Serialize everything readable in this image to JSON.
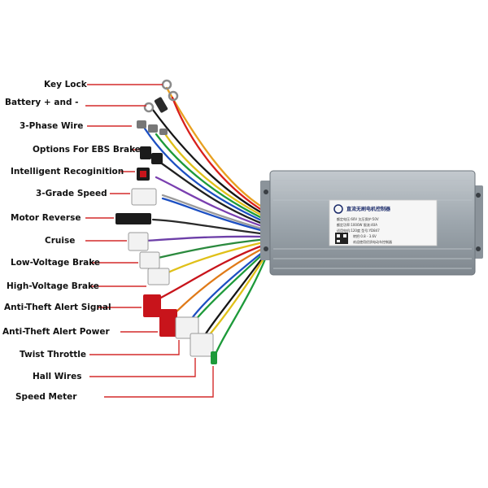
{
  "labels": {
    "key_lock": "Key Lock",
    "battery": "Battery + and -",
    "three_phase": "3-Phase Wire",
    "ebs_brake": "Options For EBS Brake",
    "intelligent": "Intelligent Recoginition",
    "three_grade_speed": "3-Grade Speed",
    "motor_reverse": "Motor Reverse",
    "cruise": "Cruise",
    "low_voltage_brake": "Low-Voltage Brake",
    "high_voltage_brake": "High-Voltage Brake",
    "anti_theft_signal": "Anti-Theft Alert Signal",
    "anti_theft_power": "Anti-Theft Alert Power",
    "twist_throttle": "Twist Throttle",
    "hall_wires": "Hall Wires",
    "speed_meter": "Speed Meter"
  },
  "controller_label": {
    "line1": "直流无刷电机控制器",
    "line2": "额定电压:60V   欠压保护:50V",
    "line3": "额定功率:1000W  限流:40A",
    "line4": "适用电机:120度  型号:YD847",
    "line5": "转把:0.8 - 3.6V",
    "line6": "欢迎使用优质电动车控制器"
  },
  "colors": {
    "callout": "#d42a2a",
    "controller_body": "#9aa3aa",
    "connector_white": "#f2f2f2",
    "connector_red": "#c8141b",
    "connector_black": "#1b1b1b"
  }
}
